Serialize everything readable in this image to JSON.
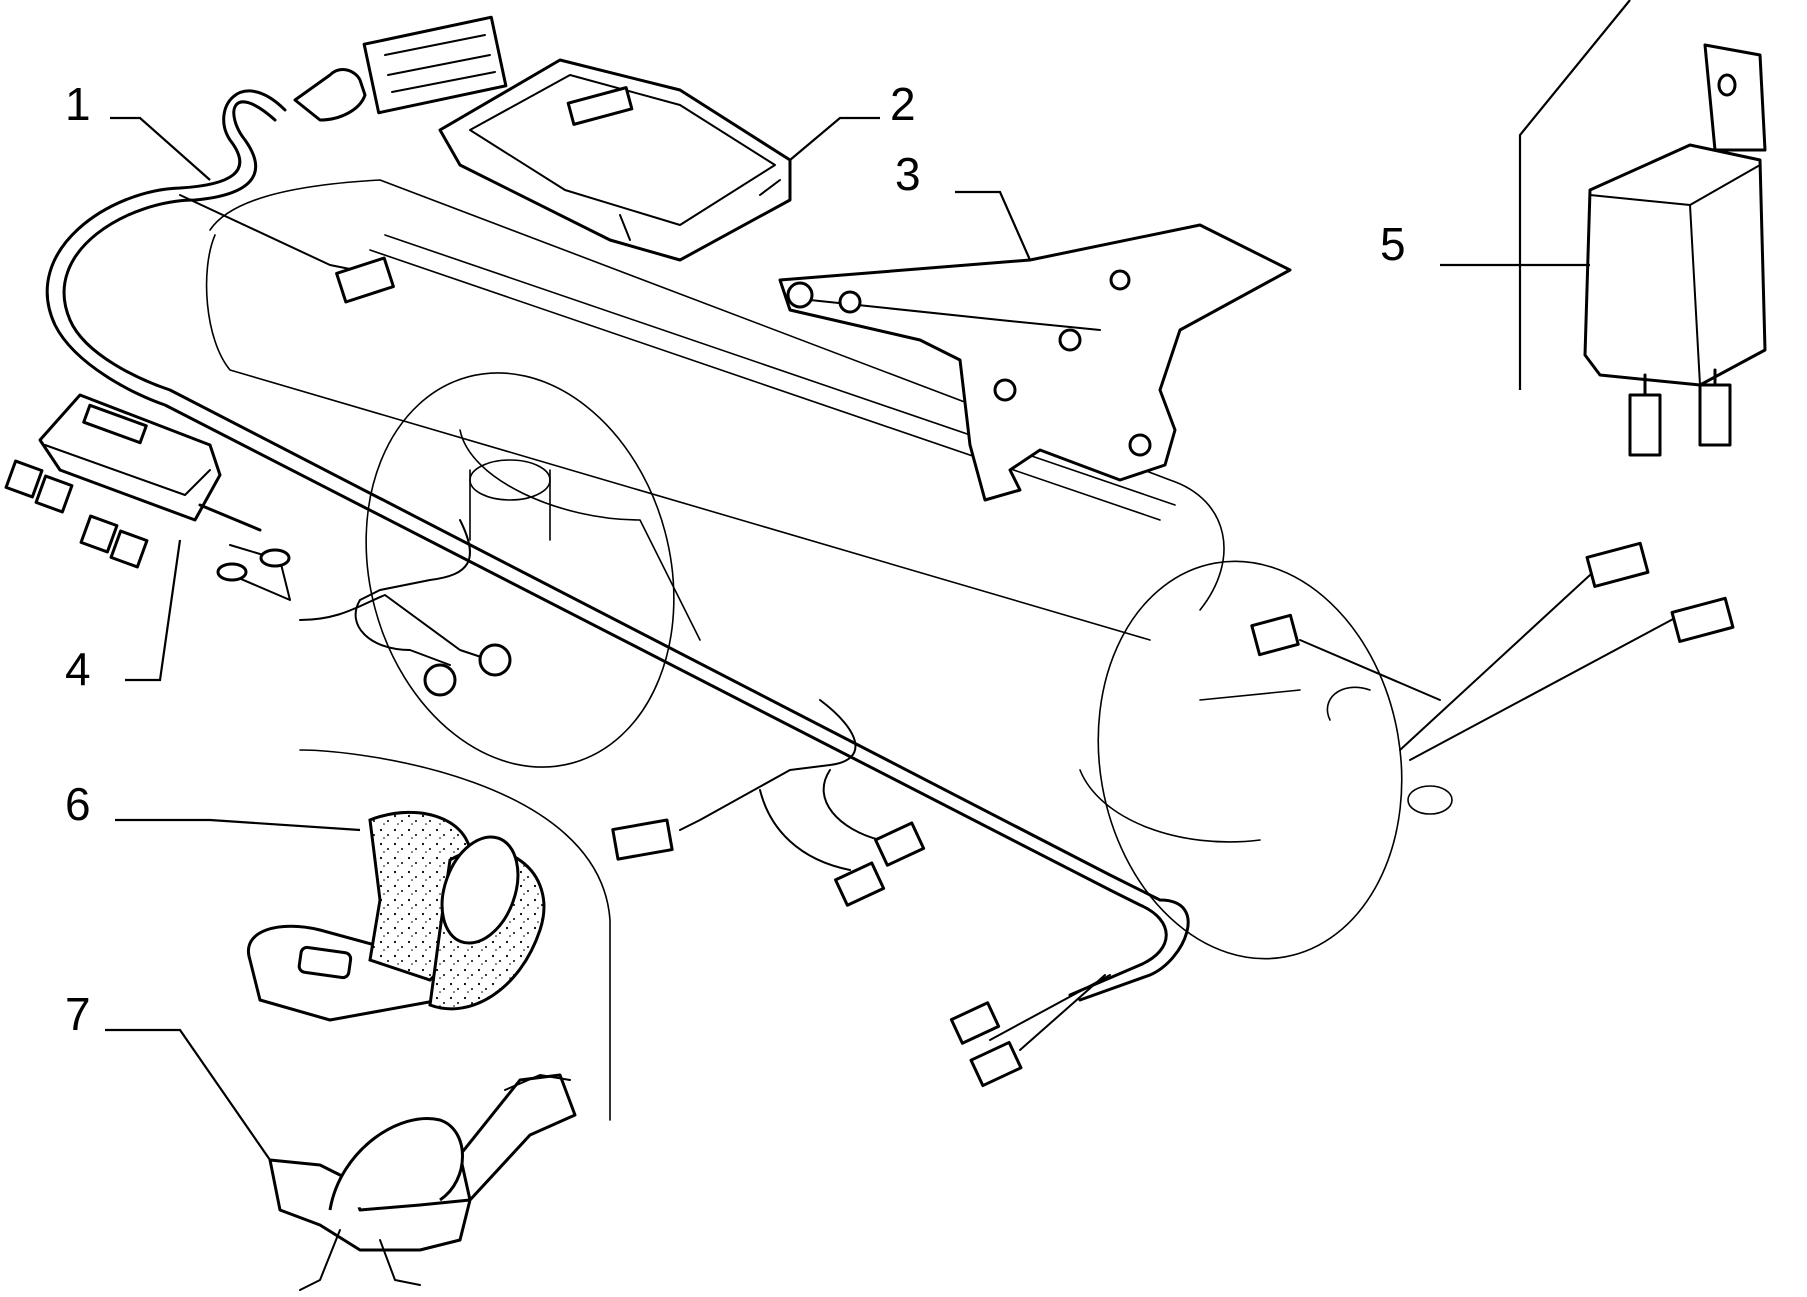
{
  "callouts": [
    {
      "id": 1,
      "label": "1"
    },
    {
      "id": 2,
      "label": "2"
    },
    {
      "id": 3,
      "label": "3"
    },
    {
      "id": 4,
      "label": "4"
    },
    {
      "id": 5,
      "label": "5"
    },
    {
      "id": 6,
      "label": "6"
    },
    {
      "id": 7,
      "label": "7"
    }
  ],
  "colors": {
    "line": "#000000",
    "background": "#ffffff"
  }
}
